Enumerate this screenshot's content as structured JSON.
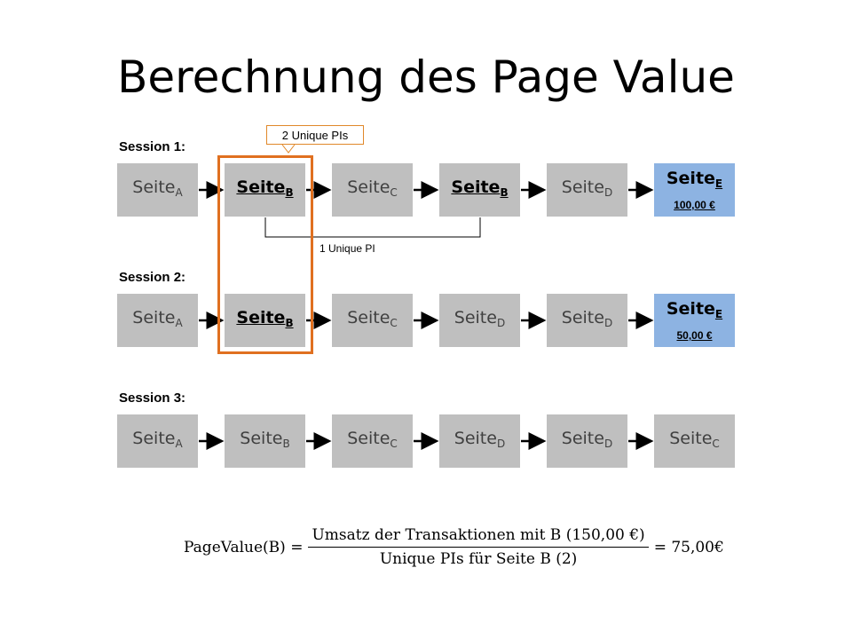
{
  "title": "Berechnung des Page Value",
  "callout": "2  Unique PIs",
  "bracket_label": "1 Unique PI",
  "sessions": [
    {
      "label": "Session 1:",
      "pages": [
        {
          "name": "Seite",
          "sub": "A"
        },
        {
          "name": "Seite",
          "sub": "B",
          "highlight": true
        },
        {
          "name": "Seite",
          "sub": "C"
        },
        {
          "name": "Seite",
          "sub": "B",
          "highlight": true
        },
        {
          "name": "Seite",
          "sub": "D"
        },
        {
          "name": "Seite",
          "sub": "E",
          "goal": true,
          "amount": "100,00 €"
        }
      ]
    },
    {
      "label": "Session 2:",
      "pages": [
        {
          "name": "Seite",
          "sub": "A"
        },
        {
          "name": "Seite",
          "sub": "B",
          "highlight": true
        },
        {
          "name": "Seite",
          "sub": "C"
        },
        {
          "name": "Seite",
          "sub": "D"
        },
        {
          "name": "Seite",
          "sub": "D"
        },
        {
          "name": "Seite",
          "sub": "E",
          "goal": true,
          "amount": "50,00 €"
        }
      ]
    },
    {
      "label": "Session 3:",
      "pages": [
        {
          "name": "Seite",
          "sub": "A"
        },
        {
          "name": "Seite",
          "sub": "B"
        },
        {
          "name": "Seite",
          "sub": "C"
        },
        {
          "name": "Seite",
          "sub": "D"
        },
        {
          "name": "Seite",
          "sub": "D"
        },
        {
          "name": "Seite",
          "sub": "C"
        }
      ]
    }
  ],
  "formula": {
    "lhs": "PageValue(B) =",
    "numerator": "Umsatz der Transaktionen mit B (150,00 €)",
    "denominator": "Unique PIs für Seite B (2)",
    "rhs": "= 75,00€"
  },
  "colors": {
    "box": "#bfbfbf",
    "goal_box": "#8db3e2",
    "highlight_frame": "#e07020"
  }
}
